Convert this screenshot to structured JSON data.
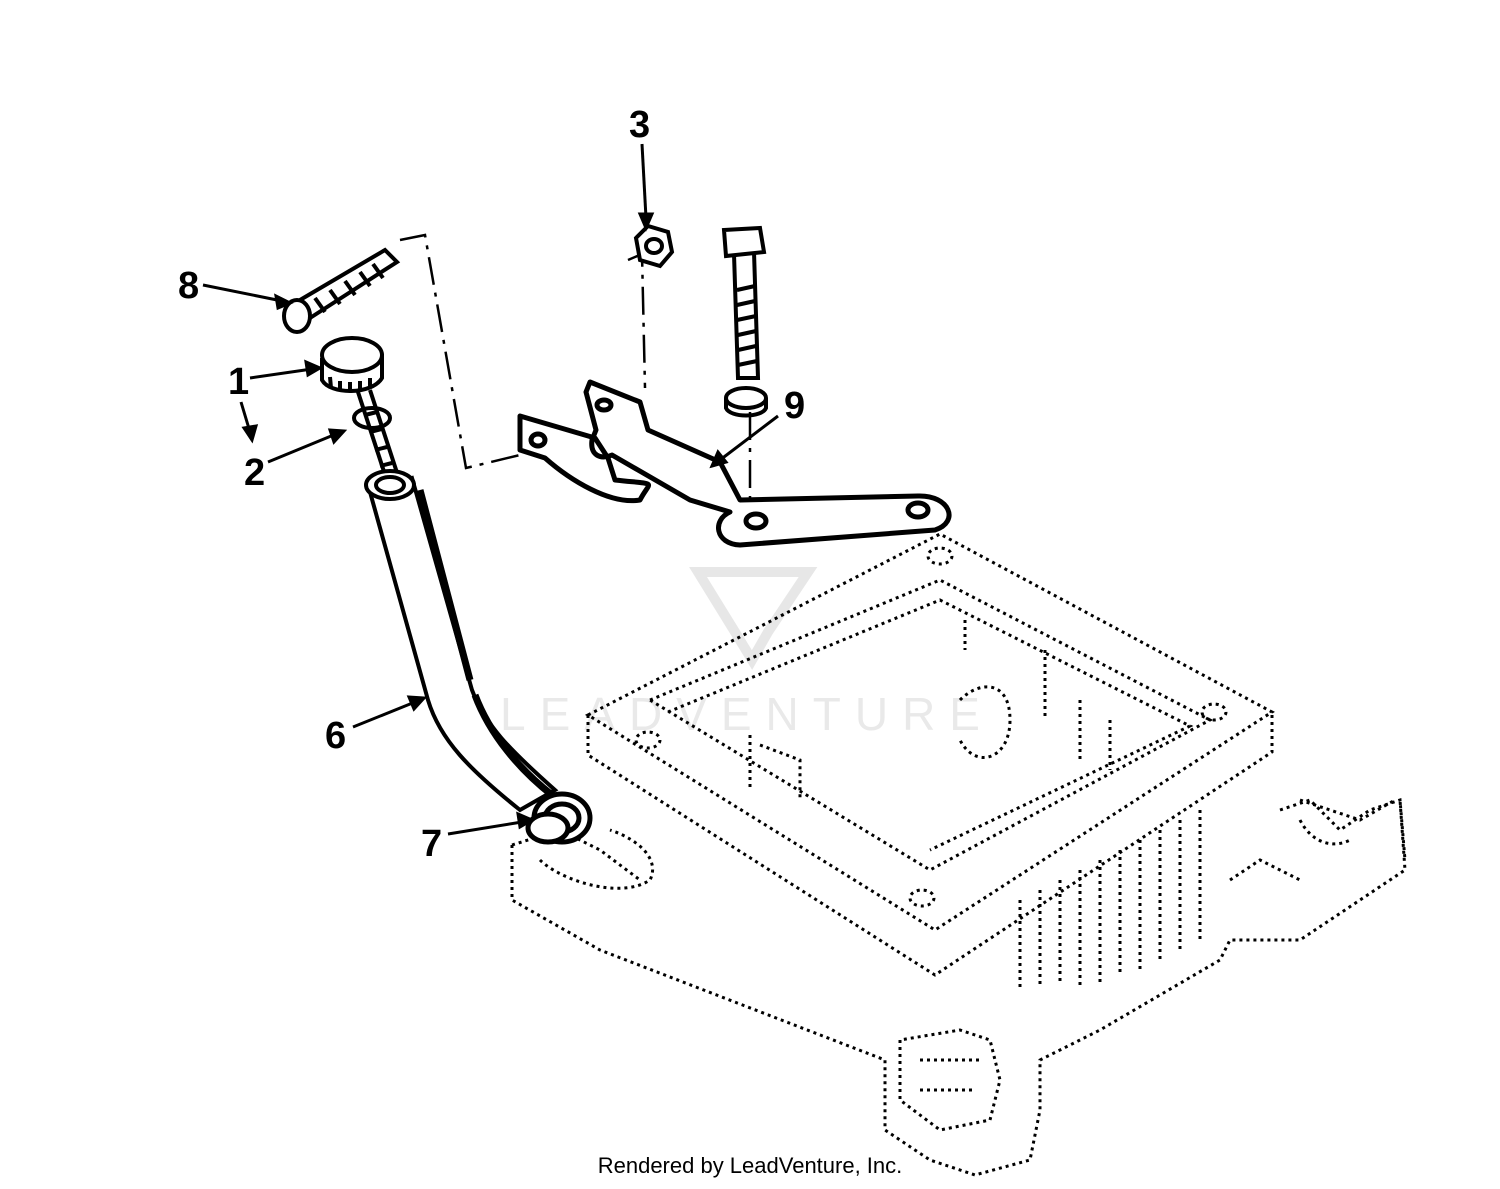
{
  "diagram": {
    "callouts": [
      {
        "id": "1",
        "text": "1"
      },
      {
        "id": "2",
        "text": "2"
      },
      {
        "id": "3",
        "text": "3"
      },
      {
        "id": "6",
        "text": "6"
      },
      {
        "id": "7",
        "text": "7"
      },
      {
        "id": "8",
        "text": "8"
      },
      {
        "id": "9",
        "text": "9"
      }
    ],
    "watermark": "LEADVENTURE",
    "credit": "Rendered by LeadVenture, Inc."
  },
  "colors": {
    "line": "#000000",
    "watermark": "#d8d8d8",
    "background": "#ffffff"
  }
}
